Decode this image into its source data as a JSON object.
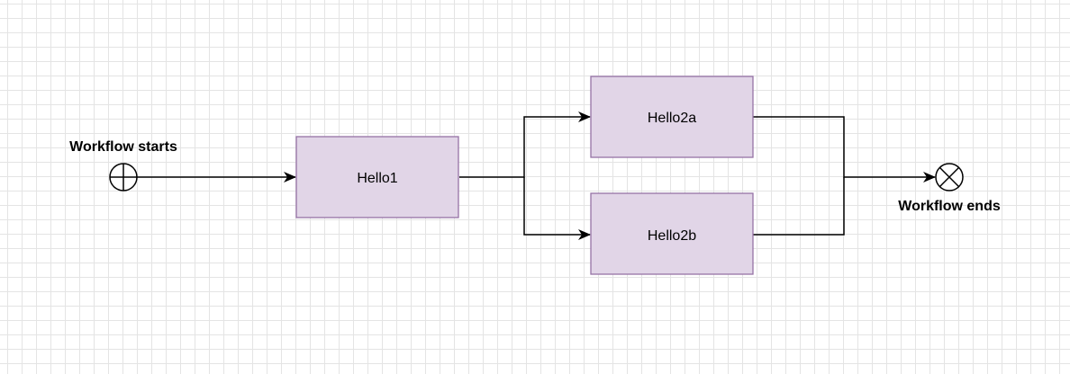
{
  "diagram": {
    "start_event": {
      "label": "Workflow starts",
      "icon": "circle-plus-icon"
    },
    "end_event": {
      "label": "Workflow ends",
      "icon": "circle-x-icon"
    },
    "nodes": [
      {
        "id": "hello1",
        "label": "Hello1"
      },
      {
        "id": "hello2a",
        "label": "Hello2a"
      },
      {
        "id": "hello2b",
        "label": "Hello2b"
      }
    ],
    "edges": [
      {
        "from": "start",
        "to": "hello1"
      },
      {
        "from": "hello1",
        "to": "hello2a"
      },
      {
        "from": "hello1",
        "to": "hello2b"
      },
      {
        "from": "hello2a",
        "to": "end"
      },
      {
        "from": "hello2b",
        "to": "end"
      }
    ],
    "colors": {
      "node_fill": "#e1d5e7",
      "node_stroke": "#9673a6",
      "edge": "#000000",
      "grid": "#e4e4e4"
    }
  }
}
